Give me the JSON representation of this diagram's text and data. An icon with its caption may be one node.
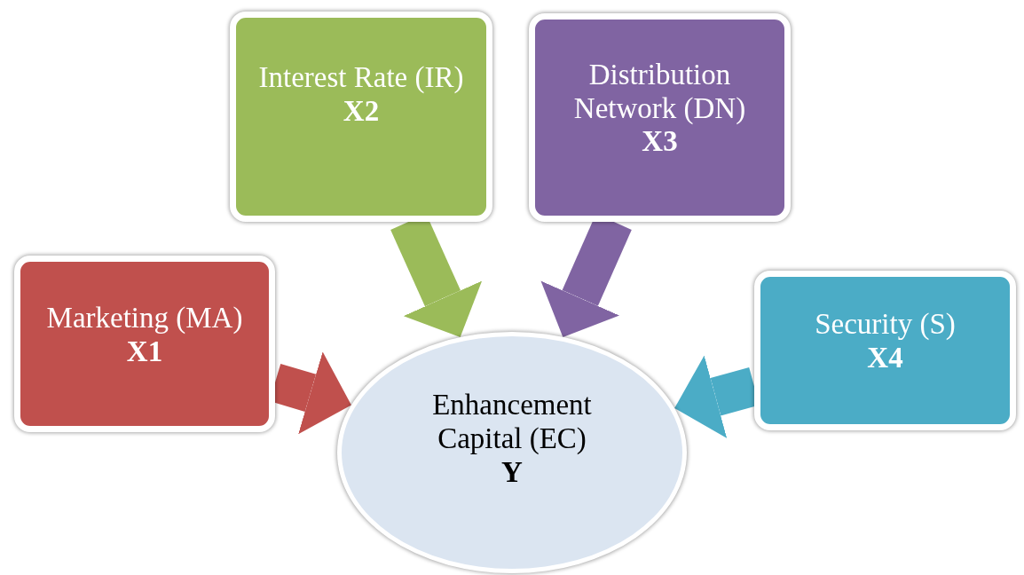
{
  "diagram": {
    "nodes": [
      {
        "text": [
          "Marketing (MA)",
          "X1"
        ]
      },
      {
        "text": [
          "Interest Rate (IR)",
          "X2"
        ]
      },
      {
        "text": [
          "Distribution Network (DN)",
          "X3"
        ]
      },
      {
        "text": [
          "Security (S)",
          "X4"
        ]
      },
      {
        "text": [
          "Enhancement Capital (EC)",
          "Y"
        ]
      }
    ],
    "edges": [
      {
        "from": 0,
        "to": 4,
        "arrow": "to",
        "color": "#c0504d"
      },
      {
        "from": 1,
        "to": 4,
        "arrow": "to",
        "color": "#9bbb59"
      },
      {
        "from": 2,
        "to": 4,
        "arrow": "to",
        "color": "#8064a2"
      },
      {
        "from": 3,
        "to": 4,
        "arrow": "to",
        "color": "#4bacc6"
      }
    ]
  }
}
